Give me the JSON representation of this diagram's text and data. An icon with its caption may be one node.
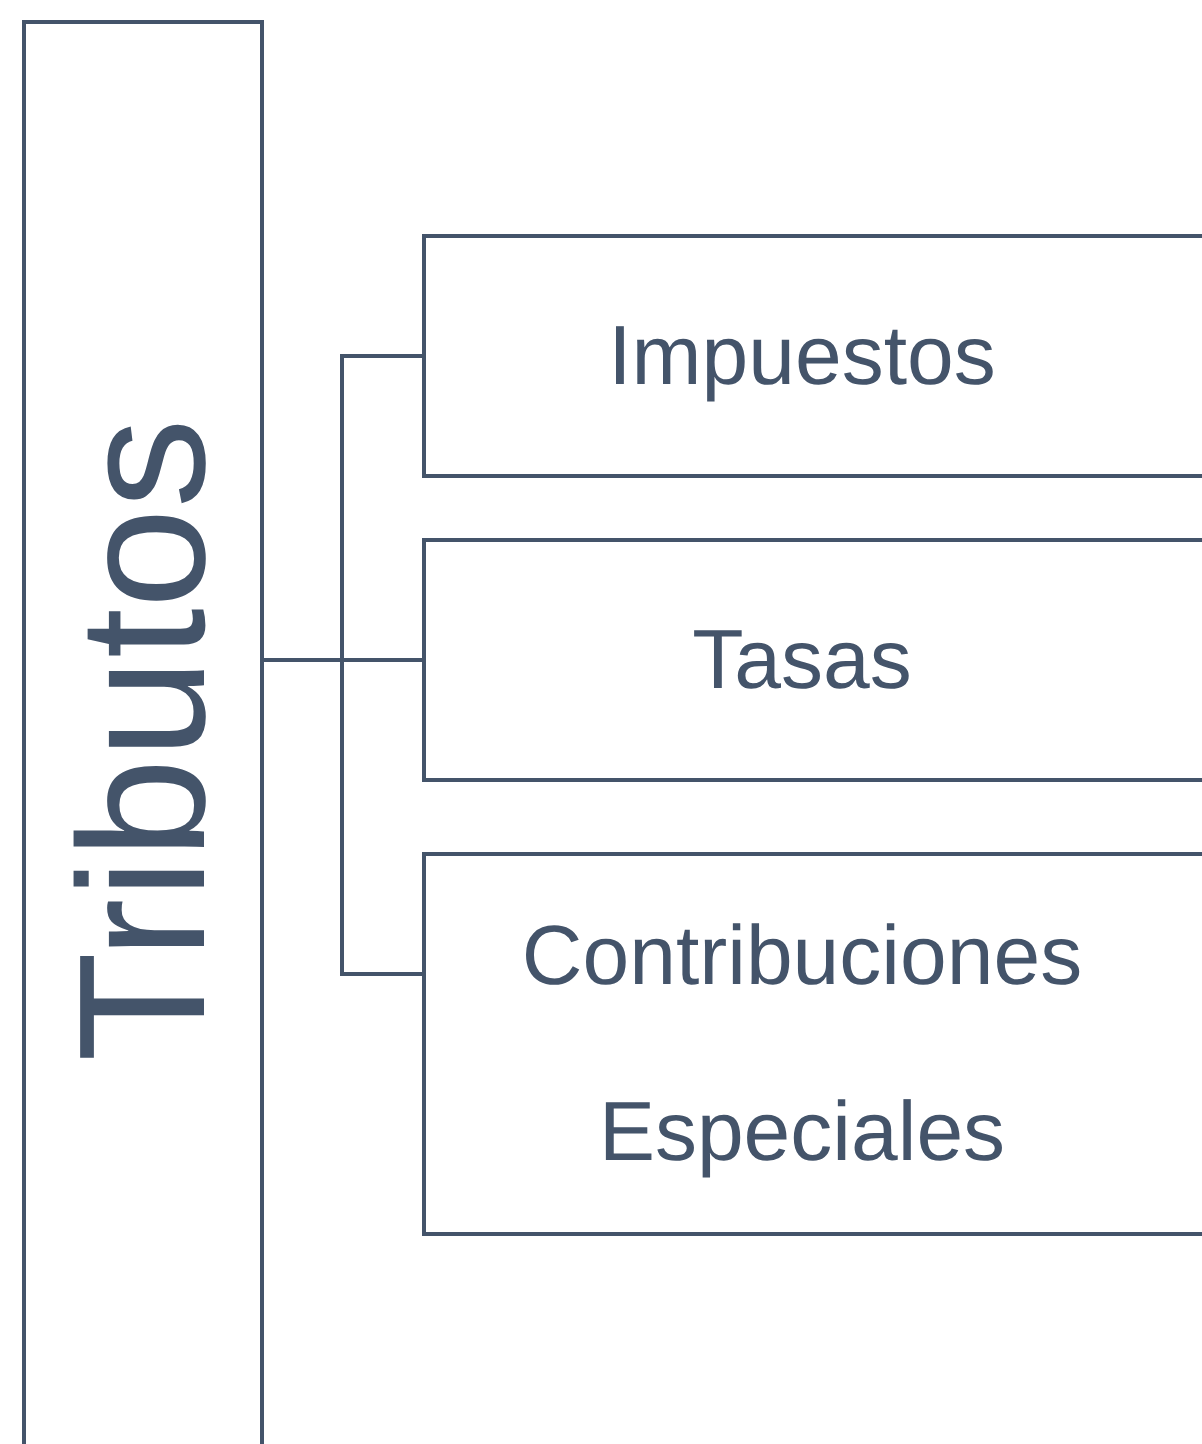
{
  "diagram": {
    "nodes": [
      {
        "text": [
          "Tributos"
        ]
      },
      {
        "text": [
          "Impuestos"
        ]
      },
      {
        "text": [
          "Tasas"
        ]
      },
      {
        "text": [
          "Contribuciones Especiales"
        ]
      }
    ],
    "edges": [
      {
        "from": 0,
        "to": 1,
        "arrow": "none"
      },
      {
        "from": 0,
        "to": 2,
        "arrow": "none"
      },
      {
        "from": 0,
        "to": 3,
        "arrow": "none"
      }
    ]
  }
}
